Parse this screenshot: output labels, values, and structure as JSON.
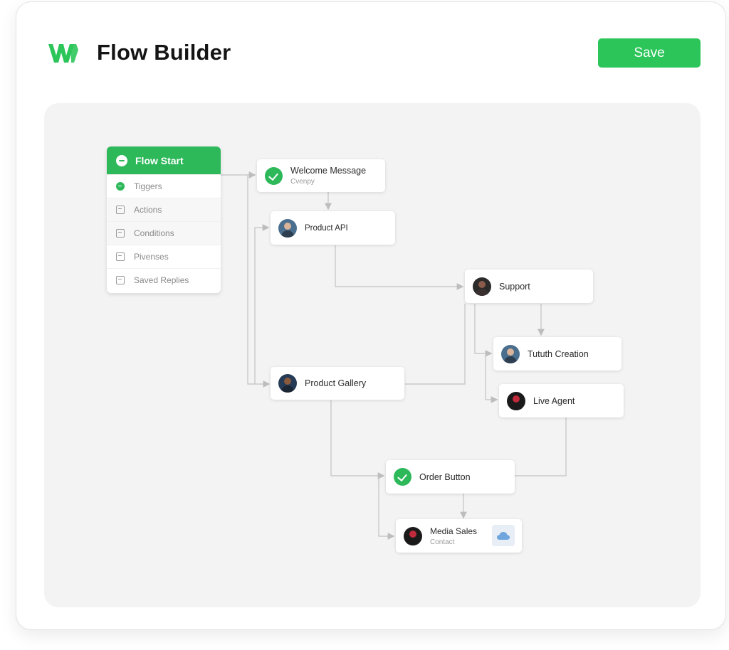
{
  "header": {
    "title": "Flow Builder",
    "save_label": "Save"
  },
  "colors": {
    "accent": "#2cc55a",
    "canvas_bg": "#f3f3f3",
    "connector": "#c9c9c9"
  },
  "sidebar": {
    "title": "Flow Start",
    "items": [
      {
        "label": "Tiggers",
        "icon": "trigger-icon"
      },
      {
        "label": "Actions",
        "icon": "actions-icon"
      },
      {
        "label": "Conditions",
        "icon": "conditions-icon"
      },
      {
        "label": "Pivenses",
        "icon": "pivenses-icon"
      },
      {
        "label": "Saved Replies",
        "icon": "saved-replies-icon"
      }
    ]
  },
  "nodes": {
    "welcome": {
      "label": "Welcome Message",
      "sub": "Cvenpy"
    },
    "product_api": {
      "label": "Product API"
    },
    "support": {
      "label": "Support"
    },
    "tutuh": {
      "label": "Tututh Creation"
    },
    "gallery": {
      "label": "Product Gallery"
    },
    "live_agent": {
      "label": "Live Agent"
    },
    "order": {
      "label": "Order Button"
    },
    "media": {
      "label": "Media Sales",
      "sub": "Contact"
    }
  }
}
